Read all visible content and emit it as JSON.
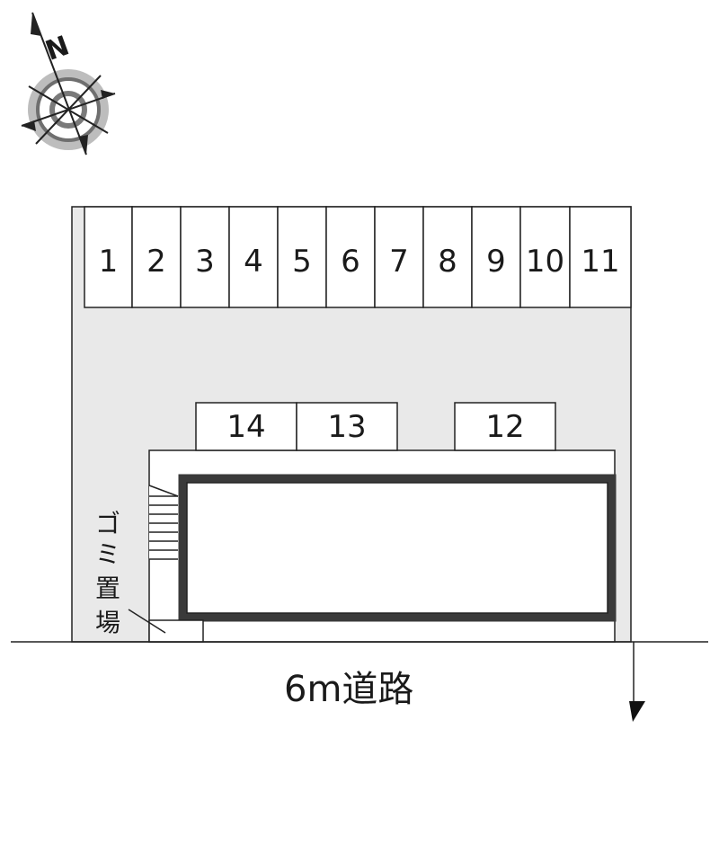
{
  "compass": {
    "label": "N"
  },
  "parking_top": {
    "slots": [
      "1",
      "2",
      "3",
      "4",
      "5",
      "6",
      "7",
      "8",
      "9",
      "10",
      "11"
    ]
  },
  "parking_front": {
    "slots": [
      "14",
      "13",
      "12"
    ]
  },
  "garbage_area": {
    "label_chars": [
      "ゴ",
      "ミ",
      "置",
      "場"
    ]
  },
  "road": {
    "label": "6m道路"
  },
  "colors": {
    "lot_fill": "#e9e9e9",
    "line": "#222222",
    "building_border": "#444444"
  }
}
